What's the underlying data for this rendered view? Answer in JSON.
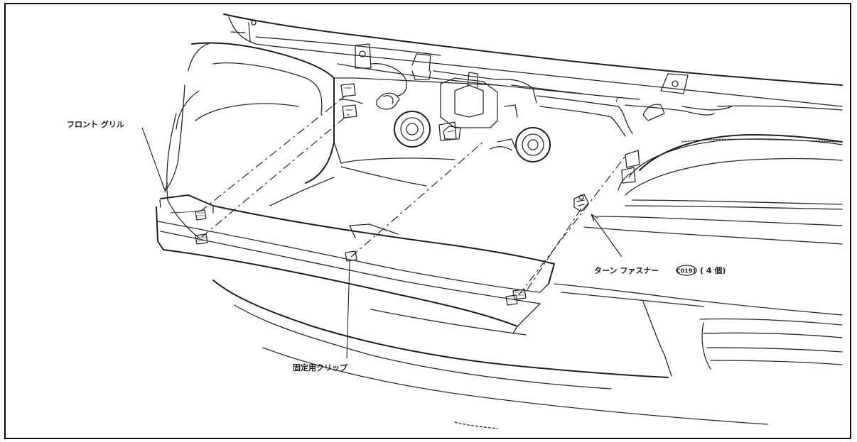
{
  "callouts": {
    "front_grille": "フロント グリル",
    "turn_fastener_prefix": "ターン ファスナー",
    "turn_fastener_code": "C0191",
    "turn_fastener_count": "( 4 個)",
    "retaining_clip": "固定用クリップ"
  }
}
